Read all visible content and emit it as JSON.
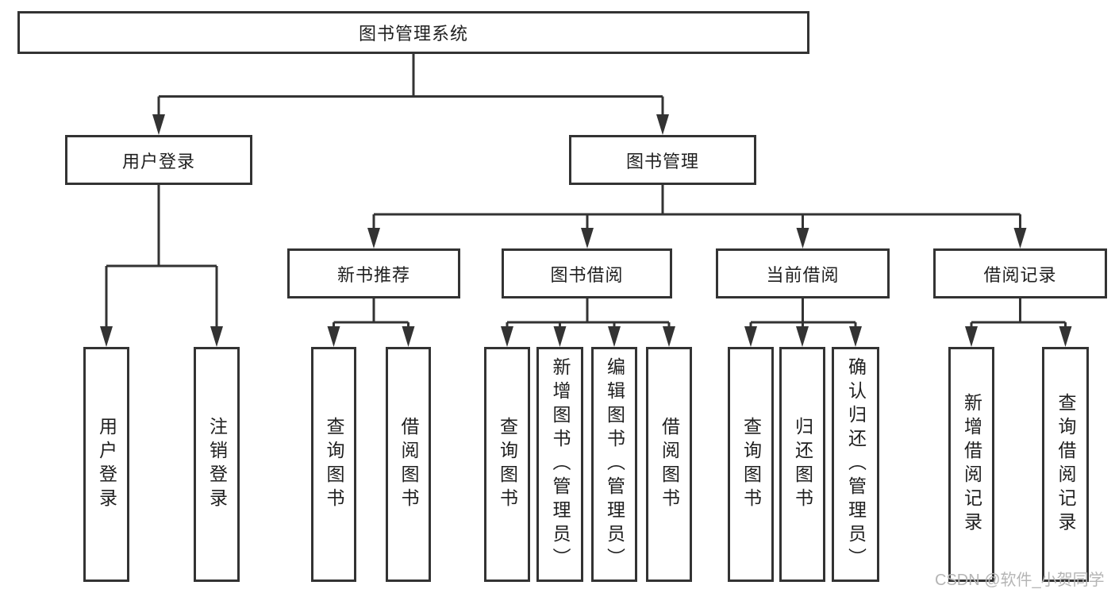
{
  "watermark": "CSDN @软件_小贺同学",
  "colors": {
    "line": "#333333",
    "text": "#1f1f1f",
    "watermark": "#b5b5b5",
    "background": "#ffffff"
  },
  "tree": {
    "root": "图书管理系统",
    "branches": [
      {
        "label": "用户登录",
        "children": [
          "用户登录",
          "注销登录"
        ]
      },
      {
        "label": "图书管理",
        "children": [
          {
            "label": "新书推荐",
            "children": [
              "查询图书",
              "借阅图书"
            ]
          },
          {
            "label": "图书借阅",
            "children": [
              "查询图书",
              "新增图书（管理员）",
              "编辑图书（管理员）",
              "借阅图书"
            ]
          },
          {
            "label": "当前借阅",
            "children": [
              "查询图书",
              "归还图书",
              "确认归还（管理员）"
            ]
          },
          {
            "label": "借阅记录",
            "children": [
              "新增借阅记录",
              "查询借阅记录"
            ]
          }
        ]
      }
    ]
  }
}
